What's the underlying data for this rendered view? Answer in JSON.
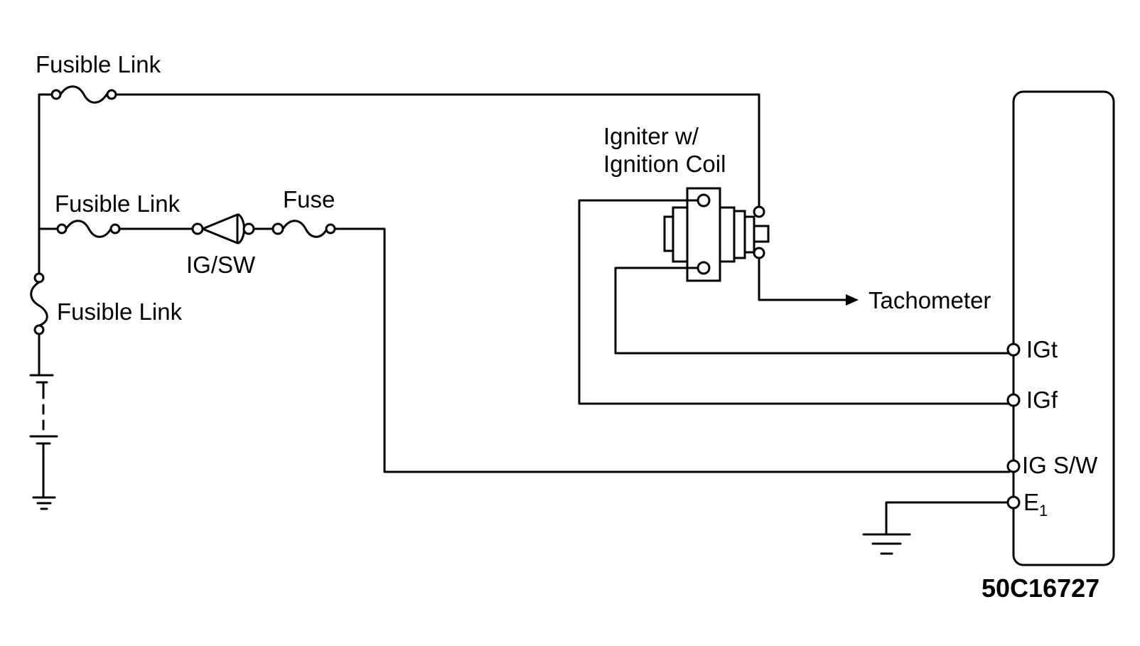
{
  "diagram": {
    "labels": {
      "fusible_link_top": "Fusible Link",
      "fusible_link_middle": "Fusible Link",
      "fusible_link_bottom": "Fusible Link",
      "fuse": "Fuse",
      "ig_switch": "IG/SW",
      "igniter_line1": "Igniter w/",
      "igniter_line2": "Ignition Coil",
      "tachometer": "Tachometer",
      "ecu_pin_igt": "IGt",
      "ecu_pin_igf": "IGf",
      "ecu_pin_igsw": "IG S/W",
      "ecu_pin_e1": "E",
      "ecu_pin_e1_sub": "1",
      "figure_code": "50C16727"
    }
  }
}
